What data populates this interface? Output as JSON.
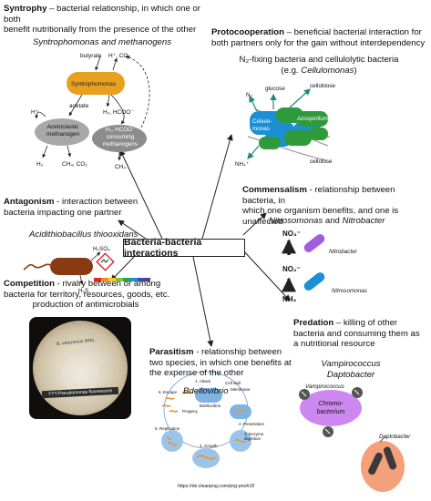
{
  "center": {
    "title": "Bacteria-bacteria interactions"
  },
  "syntrophy": {
    "term": "Syntrophy",
    "def_line1": " – bacterial relationship, in which one or both",
    "def_line2": "benefit nutritionally from the presence of the other",
    "example": "Syntrophomonas and methanogens",
    "cell1": "Syntrophomonas",
    "cell2_l1": "Acetoclastic",
    "cell2_l2": "methanogen",
    "cell3_l1": "H₂, HCOO⁻",
    "cell3_l2": "consuming",
    "cell3_l3": "methanogens",
    "butyrate": "butyrate",
    "h_co2": "H⁺, CO₂",
    "acetate": "acetate",
    "hplus": "H⁺",
    "h2_hcoo": "H₂, HCOO⁻",
    "h2": "H₂",
    "ch4_co2": "CH₄, CO₂",
    "ch4": "CH₄"
  },
  "protocooperation": {
    "term": "Protocooperation",
    "def_line1": " – beneficial bacterial interaction for",
    "def_line2": "both partners only for the gain without interdependency",
    "example_l1": "N₂-fixing bacteria and cellulolytic bacteria",
    "example_l2a": "(e.g. ",
    "example_l2b": "Cellulomonas",
    "example_l2c": ")",
    "glucose": "glucose",
    "cellobiose": "cellobiose",
    "n2": "N₂",
    "cellulomonas_l1": "Cellulo-",
    "cellulomonas_l2": "monas",
    "azospirillum": "Azospirillum",
    "nh4": "NH₄⁺",
    "cellulose": "cellulose"
  },
  "commensalism": {
    "term": "Commensalism",
    "def_line1": " - relationship between bacteria, in",
    "def_line2": "which one organism benefits, and one is unaffected",
    "example_a": "Nitrosomonas",
    "example_and": " and ",
    "example_b": "Nitrobacter",
    "no3": "NO₃⁻",
    "no2": "NO₂⁻",
    "nh3": "NH₃",
    "nitrobacter": "Nitrobacter",
    "nitrosomonas": "Nitrosomonas"
  },
  "antagonism": {
    "term": "Antagonism",
    "def_line1": " - interaction between",
    "def_line2": "bacteria impacting one partner",
    "example": "Acidithiobacillus thiooxidans",
    "h2so4": "H₂SO₄",
    "h2s": "H₂S"
  },
  "competition": {
    "term": "Competition",
    "def_line1": " - rivalry between or among",
    "def_line2": "bacteria for territory, resources, goods, etc.",
    "def_line3": "production of antimicrobials",
    "plate_top": "B. velezensis (MA)",
    "plate_bottom": "YYY-Pseudomonas fluorescens"
  },
  "parasitism": {
    "term": "Parasitism",
    "def_line1": " - relationship between",
    "def_line2": "two species, in which one benefits at",
    "def_line3": "the expense of the other",
    "example": "Bdellovibrio",
    "step1": "1. Attack",
    "step2": "2. Penetration",
    "step3": "3. Enzyme digestion",
    "step4": "4. Growth",
    "step5": "5. Replication",
    "step6": "6. Escape",
    "cell_wall": "Cell wall",
    "membrane": "Membrane",
    "bdellovibrio_small": "Bdellovibrio",
    "progeny": "Progeny",
    "source": "https://de.cleanpng.com/png-pnoh1f/"
  },
  "predation": {
    "term": "Predation",
    "def_line1": " – killing of other",
    "def_line2": "bacteria and consuming them as",
    "def_line3": "a nutritional resource",
    "example_l1": "Vampirococcus",
    "example_l2": "Daptobacter",
    "vamp_label": "Vampirococcus",
    "chromo_l1": "Chromo-",
    "chromo_l2": "bacterium",
    "dapto_label": "Daptobacter"
  },
  "colors": {
    "syn_orange": "#e8a020",
    "grey_cell": "#a8a8a8",
    "blue_cell": "#1a8fd6",
    "green_cell": "#2e9a3a",
    "purple": "#a35be0",
    "violet_cell": "#cc88ee",
    "salmon": "#f4a07a",
    "brown": "#8a3a12"
  }
}
